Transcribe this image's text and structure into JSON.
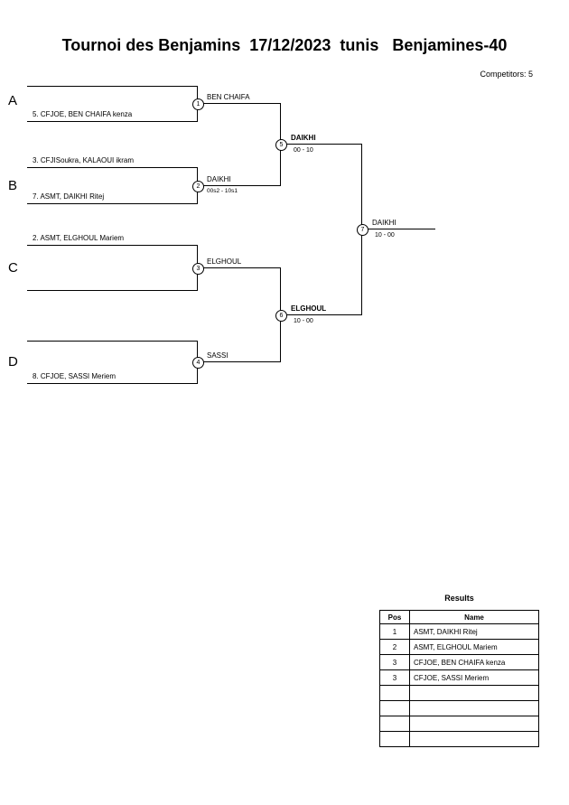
{
  "header": {
    "title": "Tournoi des Benjamins  17/12/2023  tunis   Benjamines-40",
    "competitors": "Competitors: 5"
  },
  "bracket": {
    "sections": [
      {
        "label": "A",
        "top": "",
        "bottom": "5. CFJOE, BEN CHAIFA kenza",
        "node": "1",
        "winner": "BEN CHAIFA",
        "score": ""
      },
      {
        "label": "B",
        "top": "3. CFJISoukra, KALAOUI ikram",
        "bottom": "7. ASMT, DAIKHI Ritej",
        "node": "2",
        "winner": "DAIKHI",
        "score": "00s2 - 10s1"
      },
      {
        "label": "C",
        "top": "2. ASMT, ELGHOUL Mariem",
        "bottom": "",
        "node": "3",
        "winner": "ELGHOUL",
        "score": ""
      },
      {
        "label": "D",
        "top": "",
        "bottom": "8. CFJOE, SASSI Meriem",
        "node": "4",
        "winner": "SASSI",
        "score": ""
      }
    ],
    "semifinals": [
      {
        "node": "5",
        "winner": "DAIKHI",
        "score": "00 - 10"
      },
      {
        "node": "6",
        "winner": "ELGHOUL",
        "score": "10 - 00"
      }
    ],
    "final": {
      "node": "7",
      "winner": "DAIKHI",
      "score": "10 - 00"
    }
  },
  "results": {
    "title": "Results",
    "columns": [
      "Pos",
      "Name"
    ],
    "rows": [
      {
        "pos": "1",
        "name": "ASMT, DAIKHI Ritej"
      },
      {
        "pos": "2",
        "name": "ASMT, ELGHOUL Mariem"
      },
      {
        "pos": "3",
        "name": "CFJOE, BEN CHAIFA kenza"
      },
      {
        "pos": "3",
        "name": "CFJOE, SASSI Meriem"
      },
      {
        "pos": "",
        "name": ""
      },
      {
        "pos": "",
        "name": ""
      },
      {
        "pos": "",
        "name": ""
      },
      {
        "pos": "",
        "name": ""
      }
    ]
  }
}
